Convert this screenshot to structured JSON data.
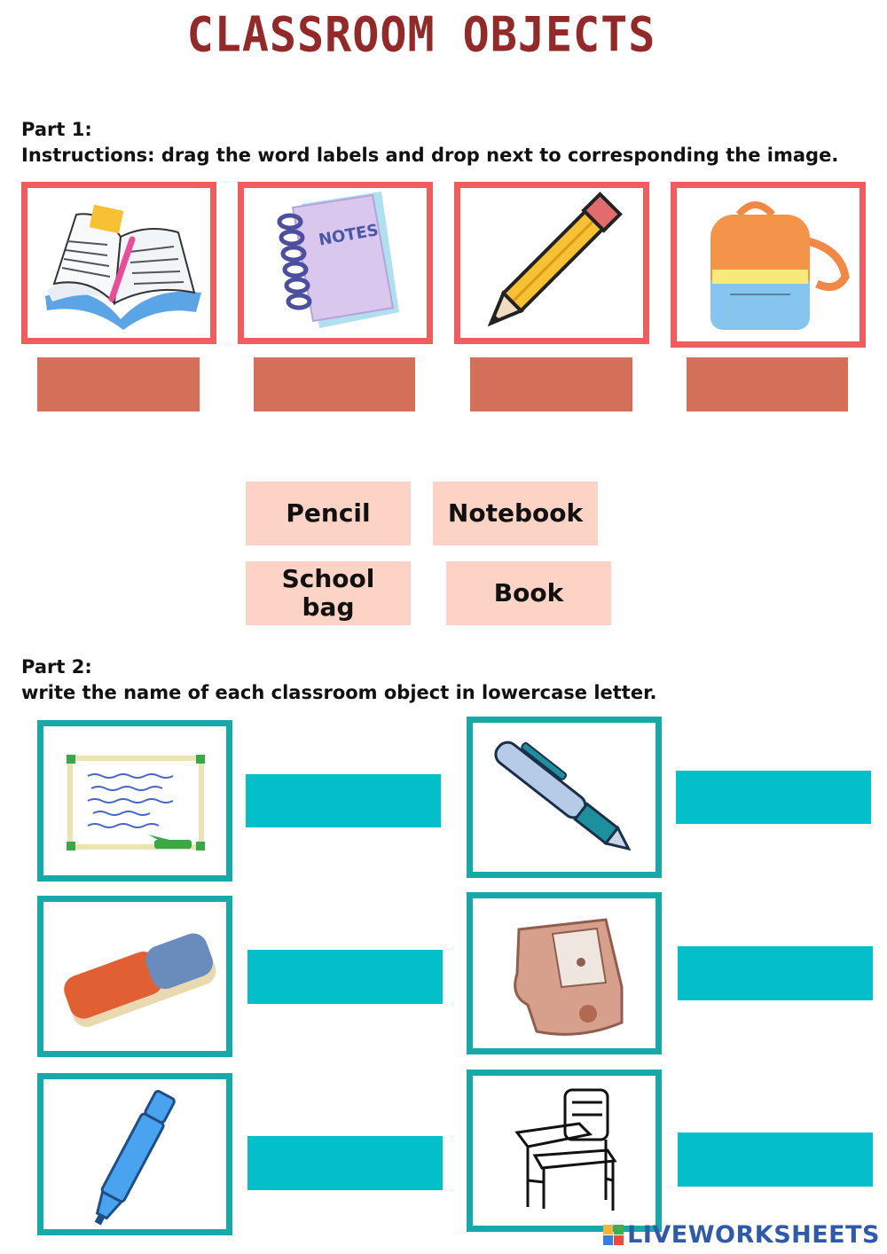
{
  "title": "CLASSROOM OBJECTS",
  "part1": {
    "heading": "Part 1:",
    "instructions": "Instructions: drag the word labels and drop next to corresponding the image.",
    "images": [
      "book-icon",
      "notebook-icon",
      "pencil-icon",
      "school-bag-icon"
    ],
    "notes_text": "NOTES",
    "word_labels": [
      "Pencil",
      "Notebook",
      "School bag",
      "Book"
    ]
  },
  "part2": {
    "heading": "Part 2:",
    "instructions": "write the name of each classroom object in lowercase letter.",
    "images": [
      "whiteboard-icon",
      "pen-icon",
      "eraser-icon",
      "sharpener-icon",
      "marker-icon",
      "desk-chair-icon"
    ]
  },
  "watermark": "LIVEWORKSHEETS",
  "colors": {
    "title": "#922a2a",
    "part1_frame": "#f15d5f",
    "drop_zone": "#d4705a",
    "word_label_bg": "#fcd3c4",
    "part2_frame": "#17a8a8",
    "answer_field": "#02bfc9",
    "watermark": "#2f5aa8"
  }
}
